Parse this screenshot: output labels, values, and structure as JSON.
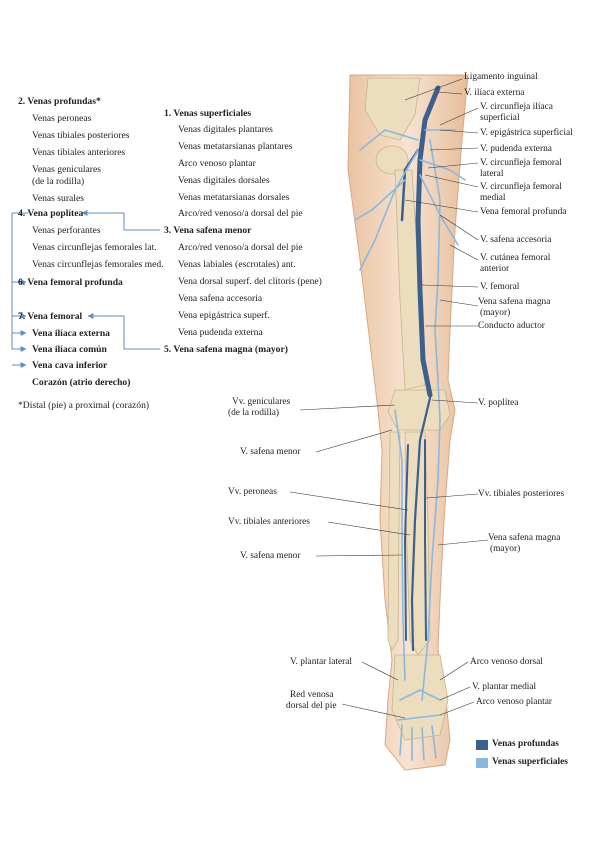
{
  "left_list": {
    "items": [
      {
        "text": "2.  Venas profundas*",
        "bold": true
      },
      {
        "text": "Venas peroneas"
      },
      {
        "text": "Venas tibiales posteriores"
      },
      {
        "text": "Venas tibiales anteriores"
      },
      {
        "text": "Venas geniculares"
      },
      {
        "text": "(de la rodilla)"
      },
      {
        "text": "Venas surales"
      },
      {
        "text": "4.  Vena poplítea",
        "bold": true
      },
      {
        "text": "Venas perforantes"
      },
      {
        "text": "Venas circunflejas femorales lat."
      },
      {
        "text": "Venas circunflejas femorales med."
      },
      {
        "text": "6.  Vena femoral profunda",
        "bold": true
      },
      {
        "text": "7.  Vena femoral",
        "bold": true
      },
      {
        "text": "Vena ilíaca externa",
        "bold": true
      },
      {
        "text": "Vena ilíaca común",
        "bold": true
      },
      {
        "text": "Vena cava inferior",
        "bold": true
      },
      {
        "text": "Corazón (atrio derecho)",
        "bold": true
      }
    ],
    "footnote": "*Distal (pie) a proximal (corazón)"
  },
  "right_list": {
    "items": [
      {
        "text": "1.  Venas superficiales",
        "bold": true
      },
      {
        "text": "Venas digitales plantares"
      },
      {
        "text": "Venas metatarsianas plantares"
      },
      {
        "text": "Arco venoso plantar"
      },
      {
        "text": "Venas digitales dorsales"
      },
      {
        "text": "Venas metatarsianas dorsales"
      },
      {
        "text": "Arco/red venoso/a dorsal del pie"
      },
      {
        "text": "3.  Vena safena menor",
        "bold": true
      },
      {
        "text": "Arco/red venoso/a dorsal del pie"
      },
      {
        "text": "Venas labiales (escrotales) ant."
      },
      {
        "text": "Vena dorsal superf. del clítoris (pene)"
      },
      {
        "text": "Vena safena accesoria"
      },
      {
        "text": "Vena epigástrica superf."
      },
      {
        "text": "Vena pudenda externa"
      },
      {
        "text": "5.  Vena safena magna (mayor)",
        "bold": true
      }
    ]
  },
  "labels_right": [
    "Ligamento inguinal",
    "V. ilíaca externa",
    "V. circunfleja ilíaca",
    "superficial",
    "V. epigástrica superficial",
    "V. pudenda externa",
    "V. circunfleja femoral",
    "lateral",
    "V. circunfleja femoral",
    "medial",
    "Vena femoral profunda",
    "V. safena accesoria",
    "V. cutánea femoral",
    "anterior",
    "V. femoral",
    "Vena safena magna",
    "(mayor)",
    "Conducto aductor",
    "V. poplítea",
    "Vv. tibiales posteriores",
    "Vena safena magna",
    "(mayor)",
    "Arco venoso dorsal",
    "V. plantar medial",
    "Arco venoso plantar"
  ],
  "labels_left": [
    "Vv. geniculares",
    "(de la rodilla)",
    "V. safena menor",
    "Vv. peroneas",
    "Vv. tibiales anteriores",
    "V. safena menor",
    "V. plantar lateral",
    "Red venosa",
    "dorsal del pie"
  ],
  "legend": [
    {
      "label": "Venas profundas",
      "color": "#3d5f8c"
    },
    {
      "label": "Venas superficiales",
      "color": "#8ab8dc"
    }
  ],
  "colors": {
    "deep_vein": "#3d5f8c",
    "superficial_vein": "#8ab8dc",
    "arrow": "#5b8fc7",
    "bone": "#e8d9b8",
    "skin": "#f3d9c2"
  }
}
